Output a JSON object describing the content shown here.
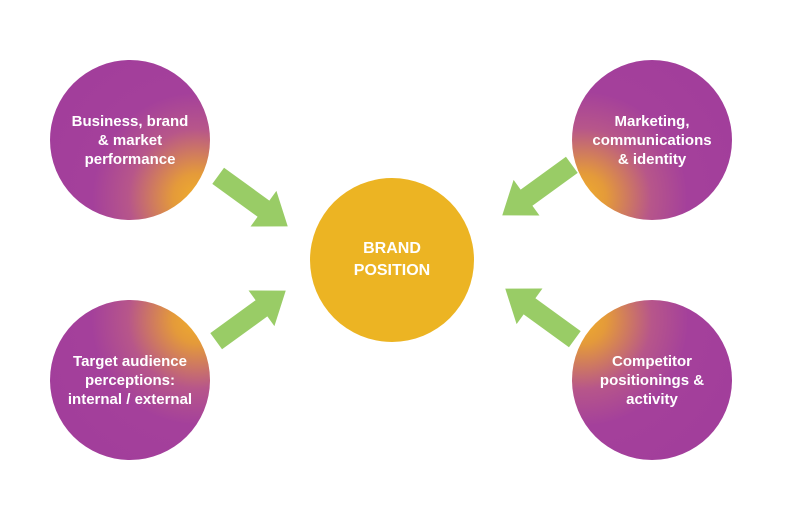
{
  "diagram": {
    "center": {
      "label": "BRAND\nPOSITION",
      "color": "#ecb423"
    },
    "inputs": [
      {
        "id": "top-left",
        "label": "Business, brand\n& market\nperformance"
      },
      {
        "id": "top-right",
        "label": "Marketing,\ncommunications\n& identity"
      },
      {
        "id": "bottom-left",
        "label": "Target audience\nperceptions:\ninternal / external"
      },
      {
        "id": "bottom-right",
        "label": "Competitor\npositionings &\nactivity"
      }
    ],
    "colors": {
      "circle_purple": "#a13d9b",
      "circle_orange": "#f0ad2c",
      "arrow_green": "#99cc66",
      "text": "#ffffff"
    }
  }
}
